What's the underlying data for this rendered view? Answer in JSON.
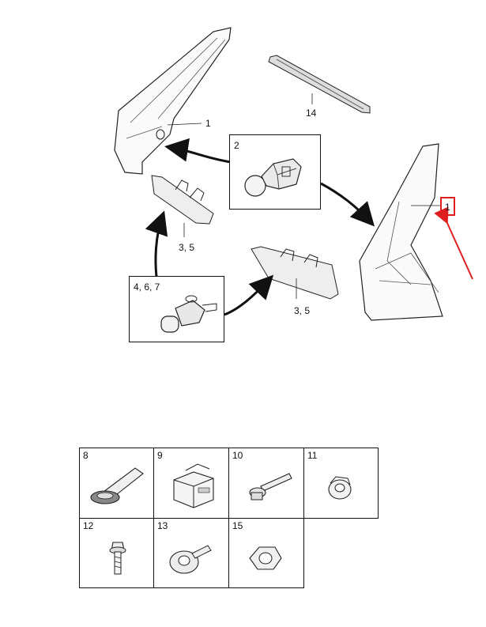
{
  "callouts": {
    "tail_lamp_left": "1",
    "tail_lamp_right": "1",
    "trim_strip": "14",
    "bulb_box": "2",
    "bulb_holder_upper": "3, 5",
    "bulb_holder_lower": "3, 5",
    "socket_box": "4, 6, 7"
  },
  "parts_grid": [
    {
      "num": "8",
      "icon": "plug-connector-icon"
    },
    {
      "num": "9",
      "icon": "kit-box-icon"
    },
    {
      "num": "10",
      "icon": "bolt-icon"
    },
    {
      "num": "11",
      "icon": "clip-nut-icon"
    },
    {
      "num": "12",
      "icon": "screw-icon"
    },
    {
      "num": "13",
      "icon": "stud-bolt-icon"
    },
    {
      "num": "15",
      "icon": "grommet-nut-icon"
    }
  ],
  "highlight_color": "#e02020"
}
